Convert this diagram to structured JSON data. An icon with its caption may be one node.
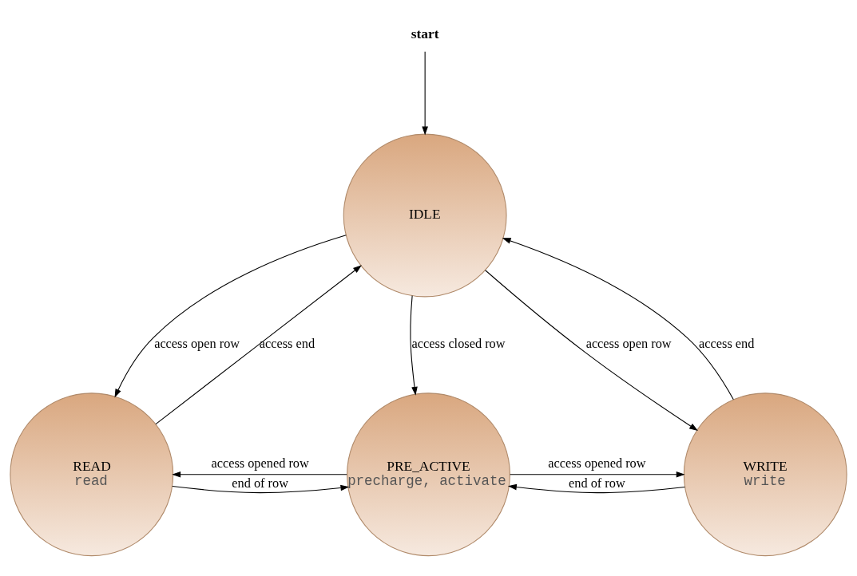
{
  "diagram": {
    "nodes": [
      {
        "text": [
          "start"
        ]
      },
      {
        "text": [
          "IDLE"
        ]
      },
      {
        "text": [
          "READ",
          "read"
        ]
      },
      {
        "text": [
          "PRE_ACTIVE",
          "precharge, activate"
        ]
      },
      {
        "text": [
          "WRITE",
          "write"
        ]
      }
    ],
    "edges": [
      {
        "from": 0,
        "to": 1,
        "arrow": "to"
      },
      {
        "from": 2,
        "to": 1,
        "arrow": "to",
        "label": "access end"
      },
      {
        "from": 1,
        "to": 2,
        "arrow": "to",
        "label": "access open row"
      },
      {
        "from": 1,
        "to": 3,
        "arrow": "to",
        "label": "access closed row"
      },
      {
        "from": 1,
        "to": 4,
        "arrow": "to",
        "label": "access open row"
      },
      {
        "from": 4,
        "to": 1,
        "arrow": "to",
        "label": "access end"
      },
      {
        "from": 2,
        "to": 3,
        "arrow": "to",
        "label": "end of row"
      },
      {
        "from": 3,
        "to": 2,
        "arrow": "to",
        "label": "access opened row"
      },
      {
        "from": 4,
        "to": 3,
        "arrow": "to",
        "label": "end of row"
      },
      {
        "from": 3,
        "to": 4,
        "arrow": "to",
        "label": "access opened row"
      }
    ]
  }
}
